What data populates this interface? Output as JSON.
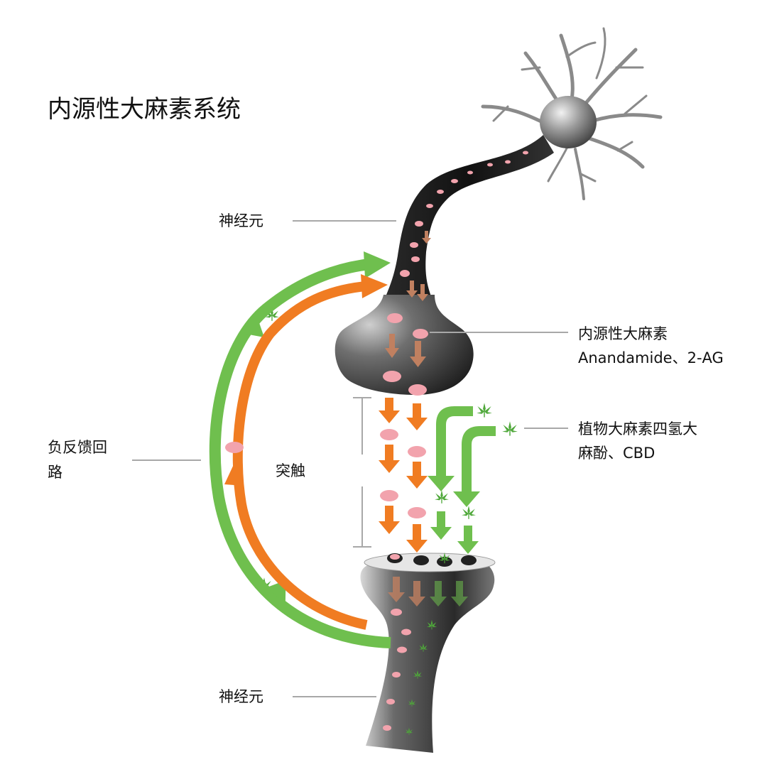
{
  "title": "内源性大麻素系统",
  "labels": {
    "neuron_top": "神经元",
    "endocannabinoid": "内源性大麻素",
    "endocannabinoid_examples": "Anandamide、2-AG",
    "synapse": "突触",
    "phyto_line1": "植物大麻素四氢大",
    "phyto_line2": "麻酚、CBD",
    "feedback_line1": "负反馈回",
    "feedback_line2": "路",
    "neuron_bottom": "神经元"
  },
  "icons": {
    "endocannabinoid_molecule": "pink-oval-molecule",
    "phytocannabinoid": "cannabis-leaf-icon"
  },
  "colors": {
    "endocannabinoid_arrow": "#f07c22",
    "phytocannabinoid_arrow": "#6fbf4e",
    "molecule": "#f2a3ad",
    "neuron_dark": "#1c1c1c",
    "leader_line": "#a8a8a8"
  }
}
